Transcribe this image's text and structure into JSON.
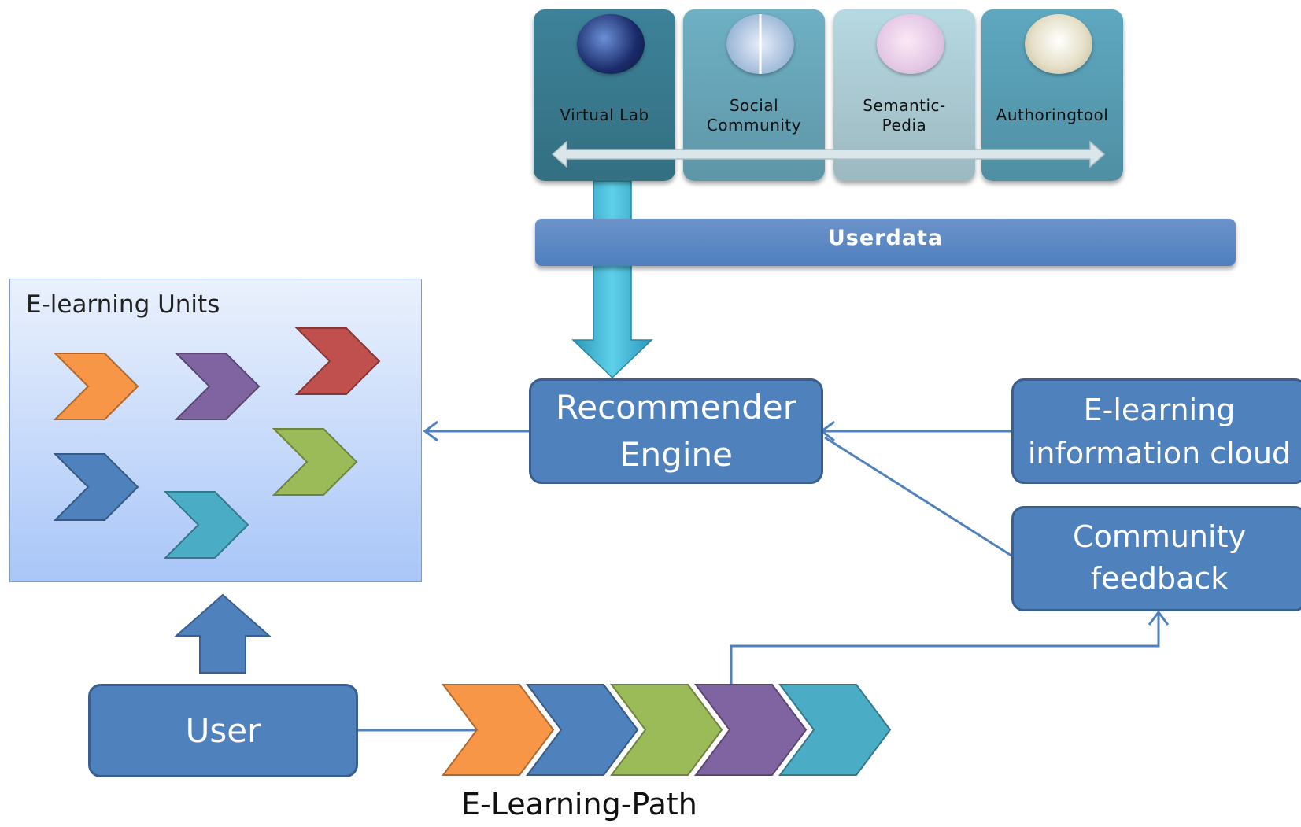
{
  "tools": [
    {
      "label": "Virtual Lab",
      "thumb_icon": "virtual-lab-thumbnail",
      "color": "#3d8299"
    },
    {
      "label": "Social\nCommunity",
      "thumb_icon": "social-community-thumbnail",
      "color": "#6fb0c4"
    },
    {
      "label": "Semantic-\nPedia",
      "thumb_icon": "semanticpedia-thumbnail",
      "color": "#b7d9e2"
    },
    {
      "label": "Authoringtool",
      "thumb_icon": "authoringtool-thumbnail",
      "color": "#5ea8c0"
    }
  ],
  "userdata_label": "Userdata",
  "elearning_units": {
    "title": "E-learning Units",
    "chevron_colors": [
      "#f79646",
      "#8064a2",
      "#c0504d",
      "#4f81bd",
      "#9bbb59",
      "#4bacc6"
    ]
  },
  "recommender": {
    "line1": "Recommender",
    "line2": "Engine"
  },
  "cloud": {
    "line1": "E-learning",
    "line2": "information cloud"
  },
  "feedback": {
    "line1": "Community",
    "line2": "feedback"
  },
  "user_label": "User",
  "path": {
    "label": "E-Learning-Path",
    "chevron_colors": [
      "#f79646",
      "#4f81bd",
      "#9bbb59",
      "#8064a2",
      "#4bacc6"
    ]
  }
}
